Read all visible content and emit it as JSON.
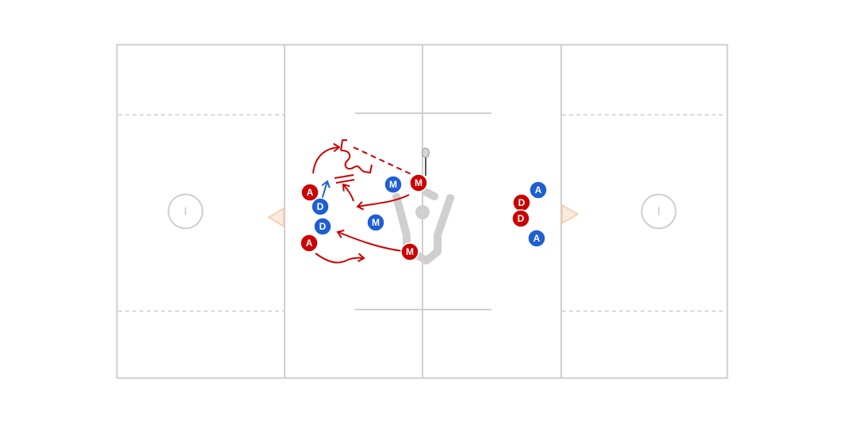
{
  "field": {
    "line_color": "#cfcfcf",
    "dash_color": "#cfcfcf",
    "logo_color": "#cfcfcf",
    "goal_fill": "#fbe9dd",
    "goal_stroke": "#f2c9a6"
  },
  "creases": {
    "left_label": "I",
    "right_label": "I"
  },
  "teams": {
    "red": {
      "color": "#cc0000"
    },
    "blue": {
      "color": "#1f5fd1"
    }
  },
  "players": [
    {
      "id": "red-a-top",
      "team": "red",
      "label": "A"
    },
    {
      "id": "red-a-bottom",
      "team": "red",
      "label": "A"
    },
    {
      "id": "red-m-ball",
      "team": "red",
      "label": "M"
    },
    {
      "id": "red-m-bottom",
      "team": "red",
      "label": "M"
    },
    {
      "id": "red-d-top",
      "team": "red",
      "label": "D"
    },
    {
      "id": "red-d-bottom",
      "team": "red",
      "label": "D"
    },
    {
      "id": "blue-d-top",
      "team": "blue",
      "label": "D"
    },
    {
      "id": "blue-d-bottom",
      "team": "blue",
      "label": "D"
    },
    {
      "id": "blue-m-top",
      "team": "blue",
      "label": "M"
    },
    {
      "id": "blue-m-mid",
      "team": "blue",
      "label": "M"
    },
    {
      "id": "blue-a-top",
      "team": "blue",
      "label": "A"
    },
    {
      "id": "blue-a-bottom",
      "team": "blue",
      "label": "A"
    }
  ]
}
